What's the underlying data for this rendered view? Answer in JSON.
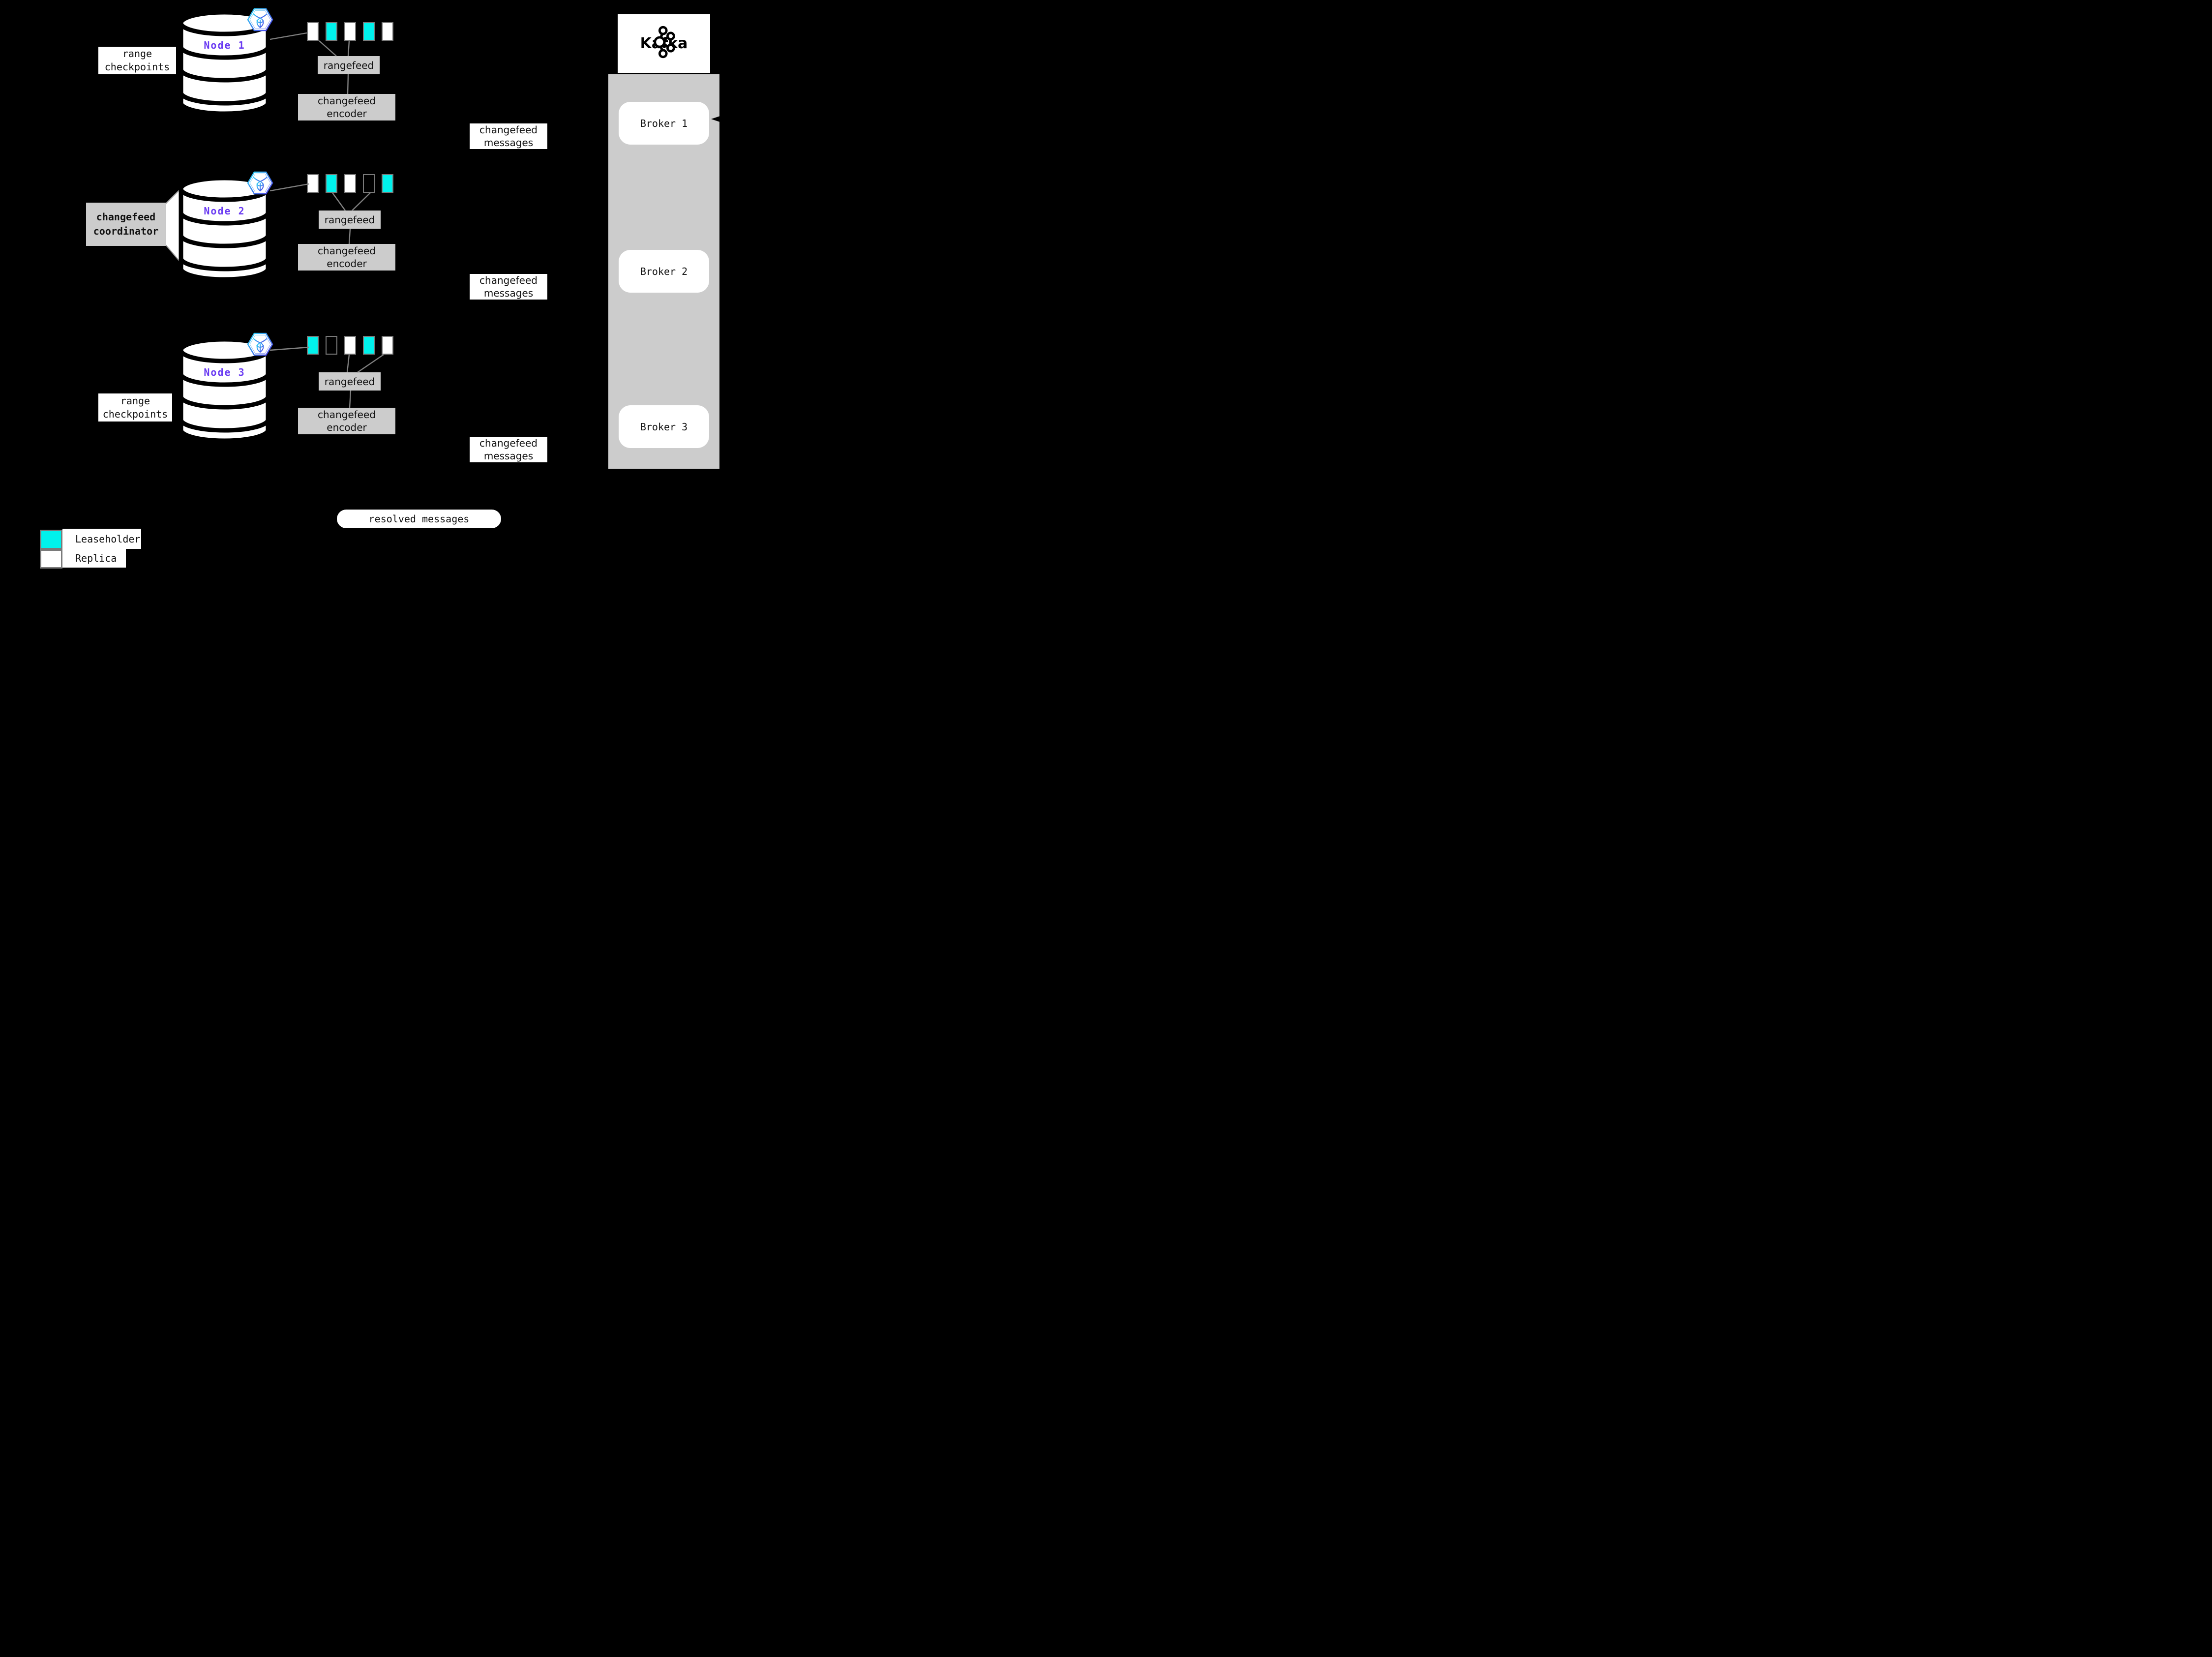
{
  "colors": {
    "leaseholder": "#00F2EC",
    "replica": "#FFFFFF",
    "box-gray": "#CCCCCC",
    "line-gray": "#808080",
    "border-gray": "#7A7A7A",
    "node-purple": "#6A3BF2"
  },
  "nodes": [
    {
      "label": "Node 1",
      "checkpoints": "range checkpoints",
      "ranges": [
        "replica",
        "leaseholder",
        "replica",
        "leaseholder",
        "replica"
      ],
      "rangefeed": "rangefeed",
      "encoder": "changefeed encoder",
      "messages": "changefeed messages"
    },
    {
      "label": "Node 2",
      "coordinator": "changefeed coordinator",
      "ranges": [
        "replica",
        "leaseholder",
        "replica",
        "empty",
        "leaseholder"
      ],
      "rangefeed": "rangefeed",
      "encoder": "changefeed encoder",
      "messages": "changefeed messages"
    },
    {
      "label": "Node 3",
      "checkpoints": "range checkpoints",
      "ranges": [
        "leaseholder",
        "empty",
        "replica",
        "leaseholder",
        "replica"
      ],
      "rangefeed": "rangefeed",
      "encoder": "changefeed encoder",
      "messages": "changefeed messages"
    }
  ],
  "kafka": {
    "brand": "Kafka",
    "brokers": [
      {
        "label": "Broker 1"
      },
      {
        "label": "Broker 2"
      },
      {
        "label": "Broker 3"
      }
    ]
  },
  "resolved_label": "resolved messages",
  "legend": {
    "items": [
      {
        "label": "Leaseholder",
        "type": "leaseholder"
      },
      {
        "label": "Replica",
        "type": "replica"
      }
    ]
  }
}
